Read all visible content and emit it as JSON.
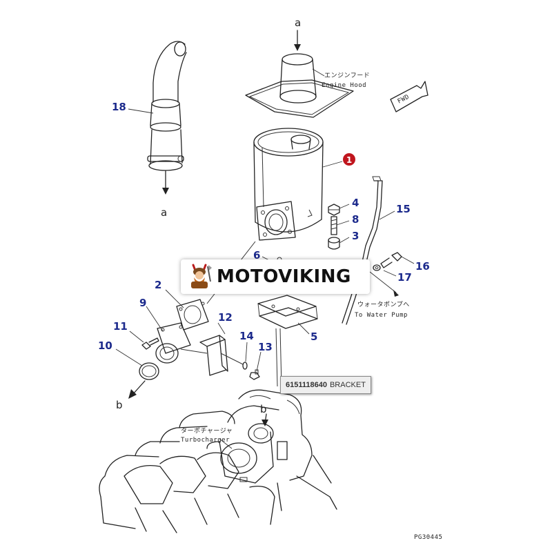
{
  "diagram": {
    "drawing_code": "PG30445",
    "hood_label_jp": "エンジンフード",
    "hood_label_en": "Engine Hood",
    "pump_label_jp": "ウォータポンプへ",
    "pump_label_en": "To Water Pump",
    "turbo_label_jp": "ターボチャージャ",
    "turbo_label_en": "Turbocharger",
    "fwd_label": "FWD",
    "connector_a": "a",
    "connector_b": "b",
    "callouts": {
      "p1": "1",
      "p2": "2",
      "p3": "3",
      "p4": "4",
      "p5": "5",
      "p6": "6",
      "p8": "8",
      "p9": "9",
      "p10": "10",
      "p11": "11",
      "p12": "12",
      "p13": "13",
      "p14": "14",
      "p15": "15",
      "p16": "16",
      "p17": "17",
      "p18": "18"
    },
    "highlight_color": "#c0161e",
    "callout_color": "#1c2a8c"
  },
  "watermark": {
    "brand": "MOTOVIKING"
  },
  "tooltip": {
    "part_number": "6151118640",
    "part_name": "BRACKET"
  }
}
